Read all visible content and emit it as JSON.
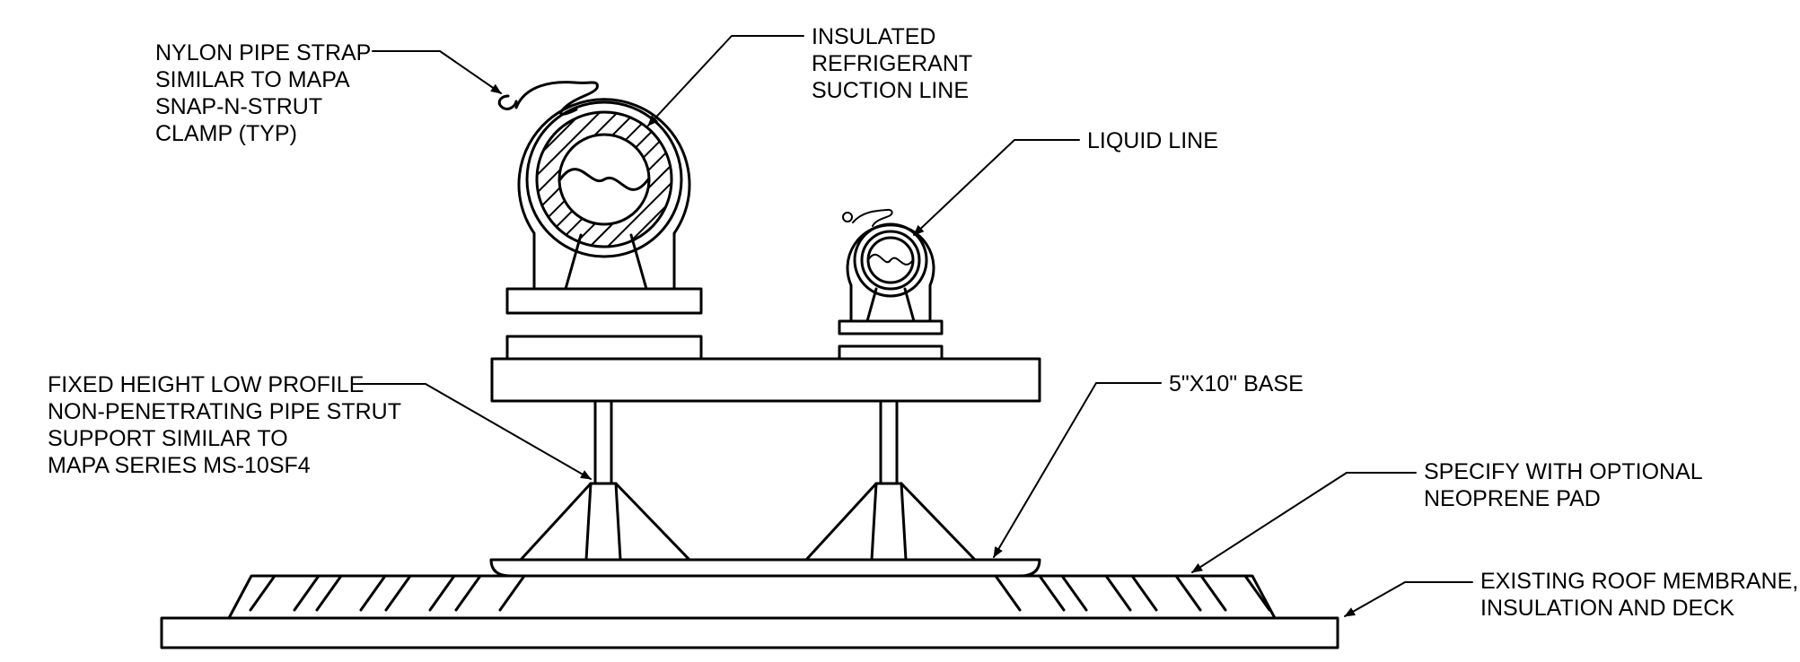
{
  "labels": {
    "nylon_strap": [
      "NYLON PIPE STRAP",
      "SIMILAR TO MAPA",
      "SNAP-N-STRUT",
      "CLAMP (TYP)"
    ],
    "suction_line": [
      "INSULATED",
      "REFRIGERANT",
      "SUCTION LINE"
    ],
    "liquid_line": [
      "LIQUID LINE"
    ],
    "pipe_strut": [
      "FIXED HEIGHT LOW PROFILE",
      "NON-PENETRATING PIPE STRUT",
      "SUPPORT SIMILAR TO",
      "MAPA SERIES MS-10SF4"
    ],
    "base": [
      "5\"X10\" BASE"
    ],
    "neoprene_pad": [
      "SPECIFY WITH OPTIONAL",
      "NEOPRENE PAD"
    ],
    "roof": [
      "EXISTING ROOF MEMBRANE,",
      "INSULATION AND DECK"
    ]
  },
  "colors": {
    "line": "#000000",
    "background": "#ffffff"
  }
}
